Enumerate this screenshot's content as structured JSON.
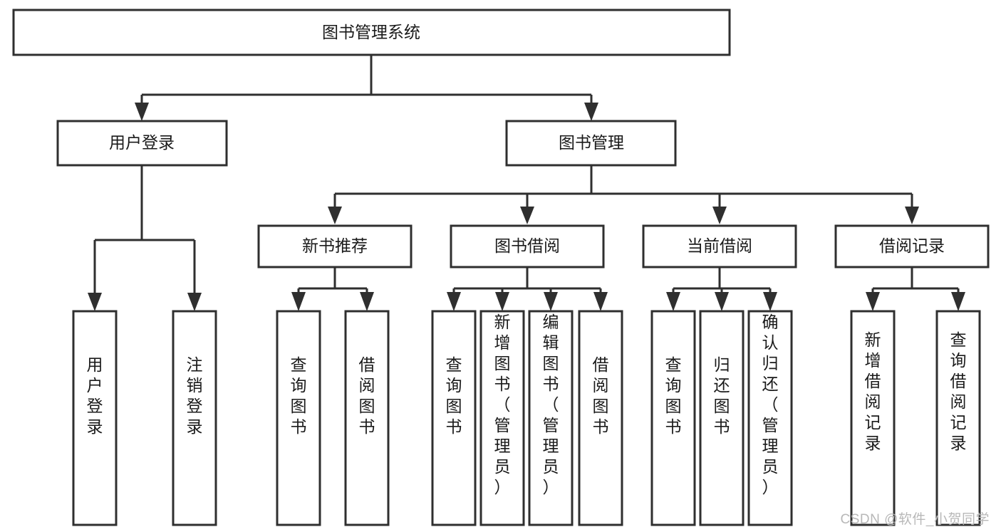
{
  "diagram": {
    "type": "tree",
    "title": "图书管理系统",
    "orientation": "top-down",
    "watermark": "CSDN @软件_小贺同学",
    "colors": {
      "box_stroke": "#2f2f2f",
      "box_fill": "#ffffff",
      "text": "#1a1a1a",
      "edge": "#2f2f2f",
      "watermark": "#b8b8b8",
      "background": "#ffffff"
    },
    "levels": [
      {
        "level": 1,
        "nodes": [
          {
            "id": "root",
            "label": "图书管理系统",
            "orientation": "horizontal"
          }
        ]
      },
      {
        "level": 2,
        "nodes": [
          {
            "id": "login",
            "label": "用户登录",
            "parent": "root",
            "orientation": "horizontal"
          },
          {
            "id": "bookmgmt",
            "label": "图书管理",
            "parent": "root",
            "orientation": "horizontal"
          }
        ]
      },
      {
        "level": 3,
        "nodes": [
          {
            "id": "newbook",
            "label": "新书推荐",
            "parent": "bookmgmt",
            "orientation": "horizontal"
          },
          {
            "id": "borrow",
            "label": "图书借阅",
            "parent": "bookmgmt",
            "orientation": "horizontal"
          },
          {
            "id": "current",
            "label": "当前借阅",
            "parent": "bookmgmt",
            "orientation": "horizontal"
          },
          {
            "id": "record",
            "label": "借阅记录",
            "parent": "bookmgmt",
            "orientation": "horizontal"
          }
        ]
      },
      {
        "level": 4,
        "nodes": [
          {
            "id": "leaf1",
            "label": "用户登录",
            "parent": "login",
            "orientation": "vertical"
          },
          {
            "id": "leaf2",
            "label": "注销登录",
            "parent": "login",
            "orientation": "vertical"
          },
          {
            "id": "leaf3",
            "label": "查询图书",
            "parent": "newbook",
            "orientation": "vertical"
          },
          {
            "id": "leaf4",
            "label": "借阅图书",
            "parent": "newbook",
            "orientation": "vertical"
          },
          {
            "id": "leaf5",
            "label": "查询图书",
            "parent": "borrow",
            "orientation": "vertical"
          },
          {
            "id": "leaf6",
            "label": "新增图书（管理员）",
            "parent": "borrow",
            "orientation": "vertical"
          },
          {
            "id": "leaf7",
            "label": "编辑图书（管理员）",
            "parent": "borrow",
            "orientation": "vertical"
          },
          {
            "id": "leaf8",
            "label": "借阅图书",
            "parent": "borrow",
            "orientation": "vertical"
          },
          {
            "id": "leaf9",
            "label": "查询图书",
            "parent": "current",
            "orientation": "vertical"
          },
          {
            "id": "leaf10",
            "label": "归还图书",
            "parent": "current",
            "orientation": "vertical"
          },
          {
            "id": "leaf11",
            "label": "确认归还（管理员）",
            "parent": "current",
            "orientation": "vertical"
          },
          {
            "id": "leaf12",
            "label": "新增借阅记录",
            "parent": "record",
            "orientation": "vertical"
          },
          {
            "id": "leaf13",
            "label": "查询借阅记录",
            "parent": "record",
            "orientation": "vertical"
          }
        ]
      }
    ]
  }
}
